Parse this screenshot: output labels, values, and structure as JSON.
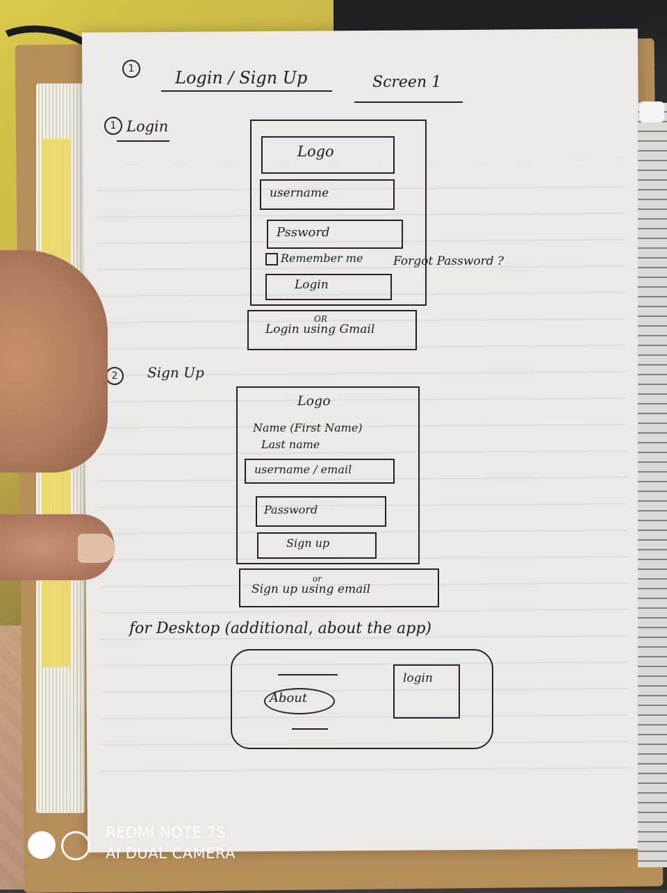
{
  "header": {
    "number": "1",
    "title": "Login / Sign Up",
    "screen": "Screen 1"
  },
  "login": {
    "number": "1",
    "heading": "Login",
    "logo": "Logo",
    "username": "username",
    "password": "Pssword",
    "remember": "Remember me",
    "forgot": "Forgot Password ?",
    "button": "Login",
    "or": "OR",
    "alt_login": "Login using Gmail"
  },
  "signup": {
    "number": "2",
    "heading": "Sign Up",
    "logo": "Logo",
    "name": "Name (First Name)",
    "last_name": "Last name",
    "username_email": "username / email",
    "password": "Password",
    "button": "Sign up",
    "or": "or",
    "alt_signup": "Sign up using email"
  },
  "desktop": {
    "note": "for Desktop (additional, about the app)",
    "about": "About",
    "login": "login"
  },
  "watermark": {
    "line1": "REDMI NOTE 7S",
    "line2": "AI DUAL CAMERA"
  }
}
